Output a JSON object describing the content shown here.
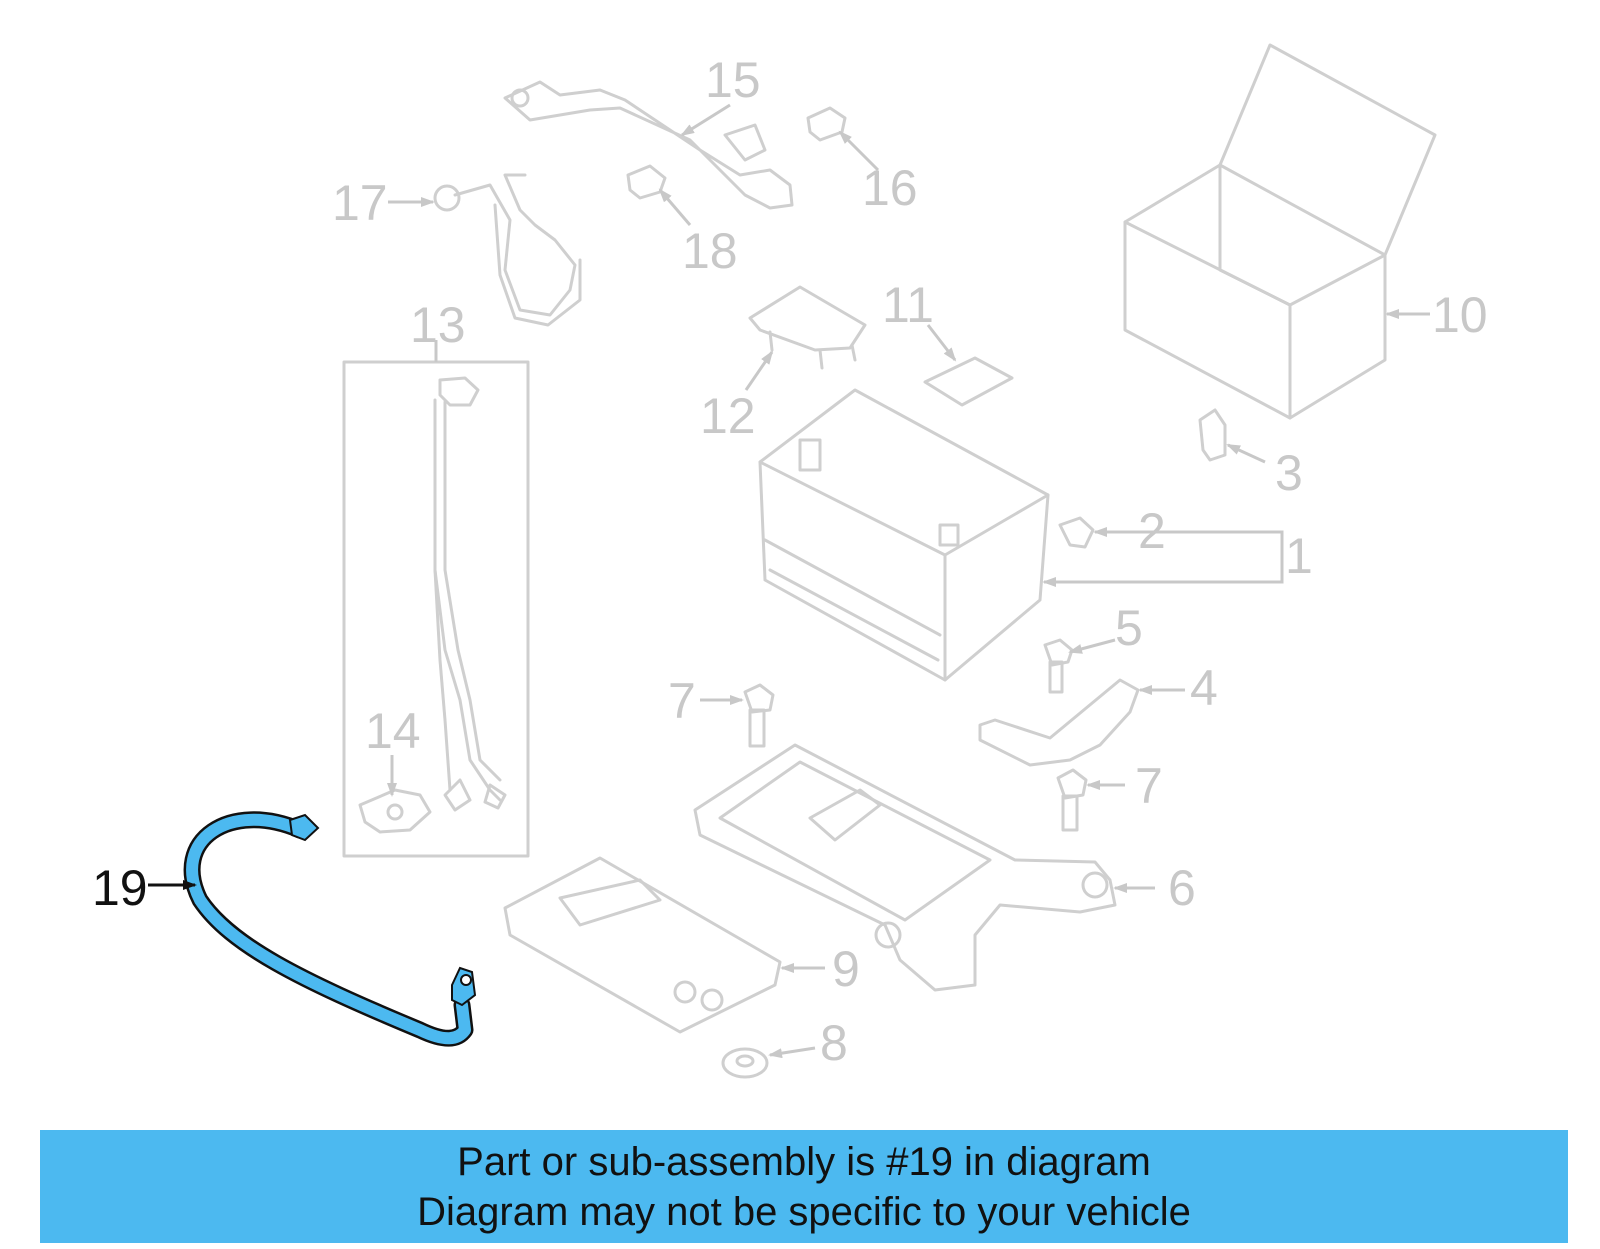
{
  "diagram": {
    "callouts": {
      "c1": "1",
      "c2": "2",
      "c3": "3",
      "c4": "4",
      "c5": "5",
      "c6": "6",
      "c7a": "7",
      "c7b": "7",
      "c8": "8",
      "c9": "9",
      "c10": "10",
      "c11": "11",
      "c12": "12",
      "c13": "13",
      "c14": "14",
      "c15": "15",
      "c16": "16",
      "c17": "17",
      "c18": "18",
      "c19": "19"
    },
    "highlighted_part": "19",
    "highlight_color": "#4cb9f0",
    "inactive_color": "#c8c8c8"
  },
  "footer": {
    "line1": "Part or sub-assembly is #19 in diagram",
    "line2": "Diagram may not be specific to your vehicle",
    "background_color": "#4cb9f0"
  }
}
